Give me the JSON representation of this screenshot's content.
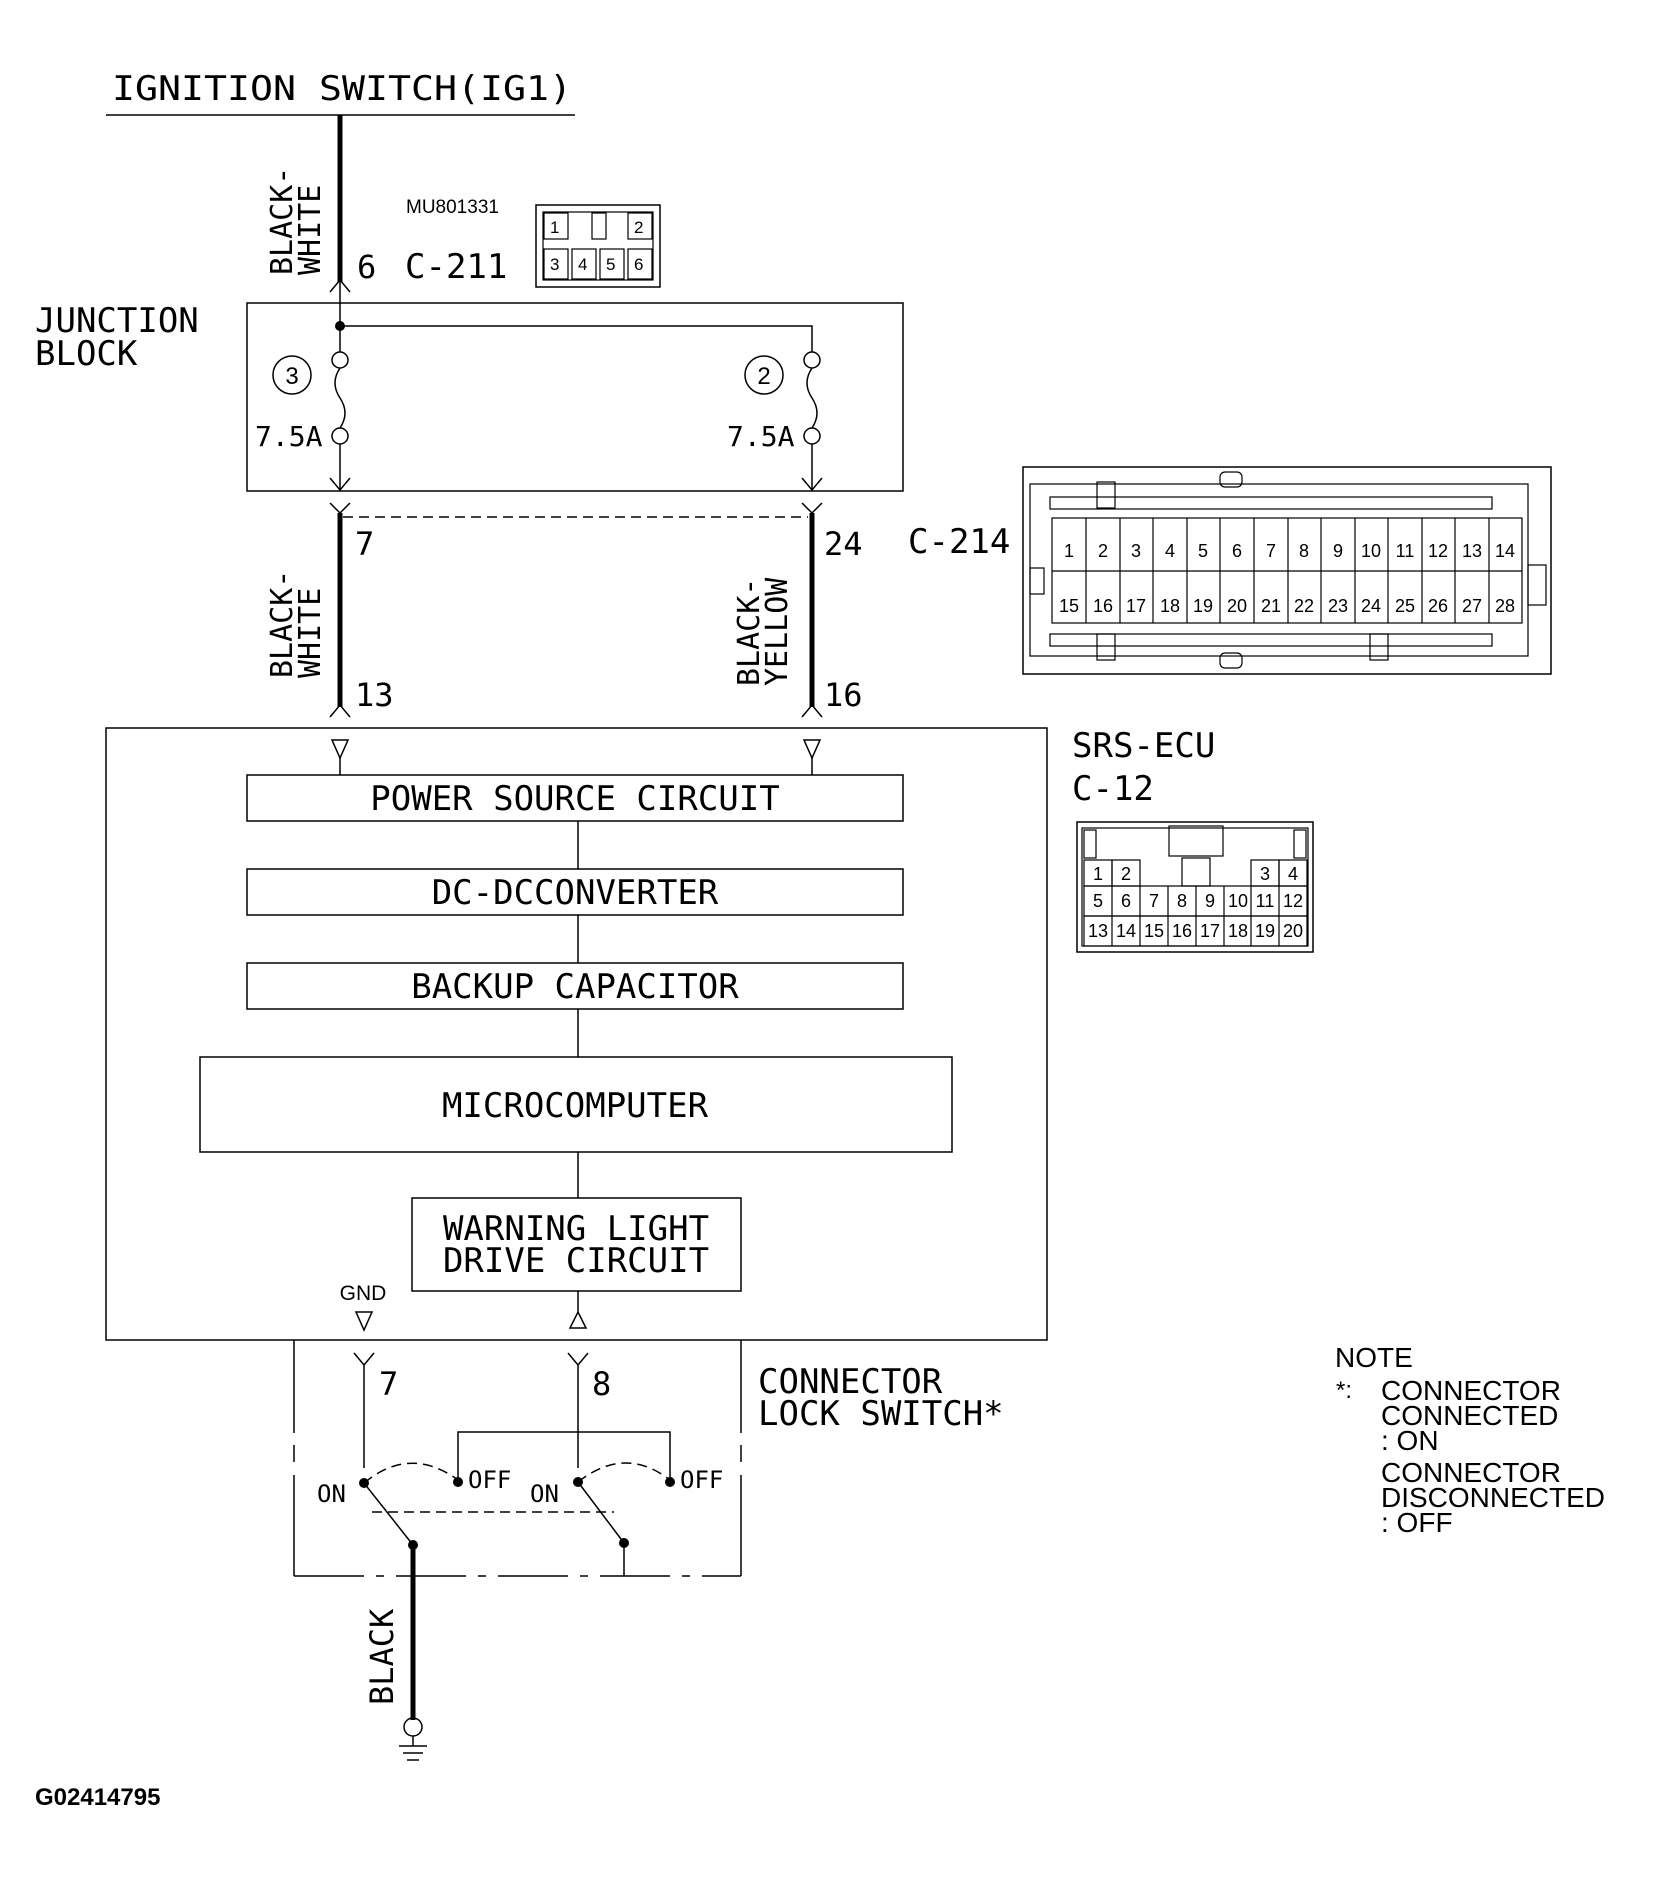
{
  "ignition_label": "IGNITION SWITCH(IG1)",
  "wires": {
    "top_color": [
      "BLACK-",
      "WHITE"
    ],
    "left_color": [
      "BLACK-",
      "WHITE"
    ],
    "right_color": [
      "BLACK-",
      "YELLOW"
    ],
    "ground_color": "BLACK"
  },
  "connector_c211": {
    "id": "C-211",
    "part_number": "MU801331",
    "pin": "6",
    "pins": [
      "1",
      "2",
      "3",
      "4",
      "5",
      "6"
    ]
  },
  "junction_block": {
    "label": [
      "JUNCTION",
      "BLOCK"
    ],
    "fuse_left": {
      "number": "3",
      "rating": "7.5A"
    },
    "fuse_right": {
      "number": "2",
      "rating": "7.5A"
    },
    "out_left_pin": "7",
    "out_right_pin": "24"
  },
  "connector_c214": {
    "id": "C-214",
    "row1": [
      "1",
      "2",
      "3",
      "4",
      "5",
      "6",
      "7",
      "8",
      "9",
      "10",
      "11",
      "12",
      "13",
      "14"
    ],
    "row2": [
      "15",
      "16",
      "17",
      "18",
      "19",
      "20",
      "21",
      "22",
      "23",
      "24",
      "25",
      "26",
      "27",
      "28"
    ]
  },
  "srs_ecu": {
    "label": [
      "SRS-ECU",
      "C-12"
    ],
    "in_left_pin": "13",
    "in_right_pin": "16",
    "blocks": [
      "POWER SOURCE CIRCUIT",
      "DC-DCCONVERTER",
      "BACKUP CAPACITOR",
      "MICROCOMPUTER"
    ],
    "warning_block": [
      "WARNING LIGHT",
      "DRIVE CIRCUIT"
    ],
    "gnd_label": "GND",
    "out_left_pin": "7",
    "out_right_pin": "8"
  },
  "connector_c12": {
    "row1": [
      "1",
      "2",
      "3",
      "4"
    ],
    "row2": [
      "5",
      "6",
      "7",
      "8",
      "9",
      "10",
      "11",
      "12"
    ],
    "row3": [
      "13",
      "14",
      "15",
      "16",
      "17",
      "18",
      "19",
      "20"
    ]
  },
  "lock_switch": {
    "label": [
      "CONNECTOR",
      "LOCK SWITCH*"
    ],
    "on": "ON",
    "off": "OFF"
  },
  "note": {
    "title": "NOTE",
    "asterisk": "*:",
    "lines": [
      "CONNECTOR",
      "CONNECTED",
      ": ON",
      "CONNECTOR",
      "DISCONNECTED",
      ": OFF"
    ]
  },
  "figure_id": "G02414795"
}
